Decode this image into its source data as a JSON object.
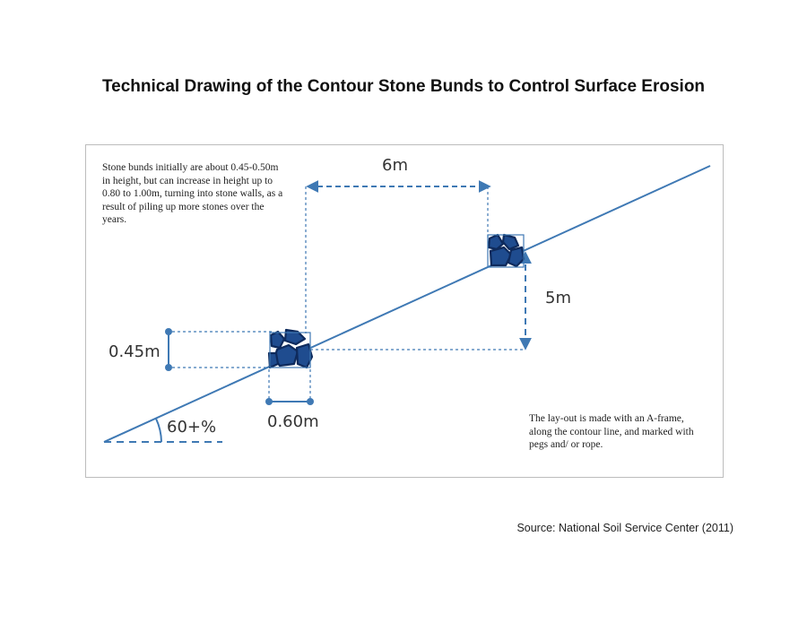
{
  "title": "Technical Drawing of the Contour Stone Bunds to Control Surface Erosion",
  "diagram": {
    "note_height": "Stone bunds initially are about 0.45-0.50m in height, but can increase in height up to 0.80 to 1.00m, turning into stone walls, as a result of piling up more stones over the years.",
    "note_layout": "The lay-out is made with an A-frame, along the contour line, and marked with pegs and/ or rope.",
    "dimension_spacing": "6m",
    "dimension_vertical_interval": "5m",
    "dimension_bund_height": "0.45m",
    "dimension_bund_width": "0.60m",
    "slope_label": "60+%",
    "colors": {
      "line": "#3f79b4",
      "stone_fill": "#1f4c8f",
      "stone_outline": "#0e2a5c",
      "frame": "#bdbdbd"
    }
  },
  "source": "Source: National Soil Service Center (2011)"
}
